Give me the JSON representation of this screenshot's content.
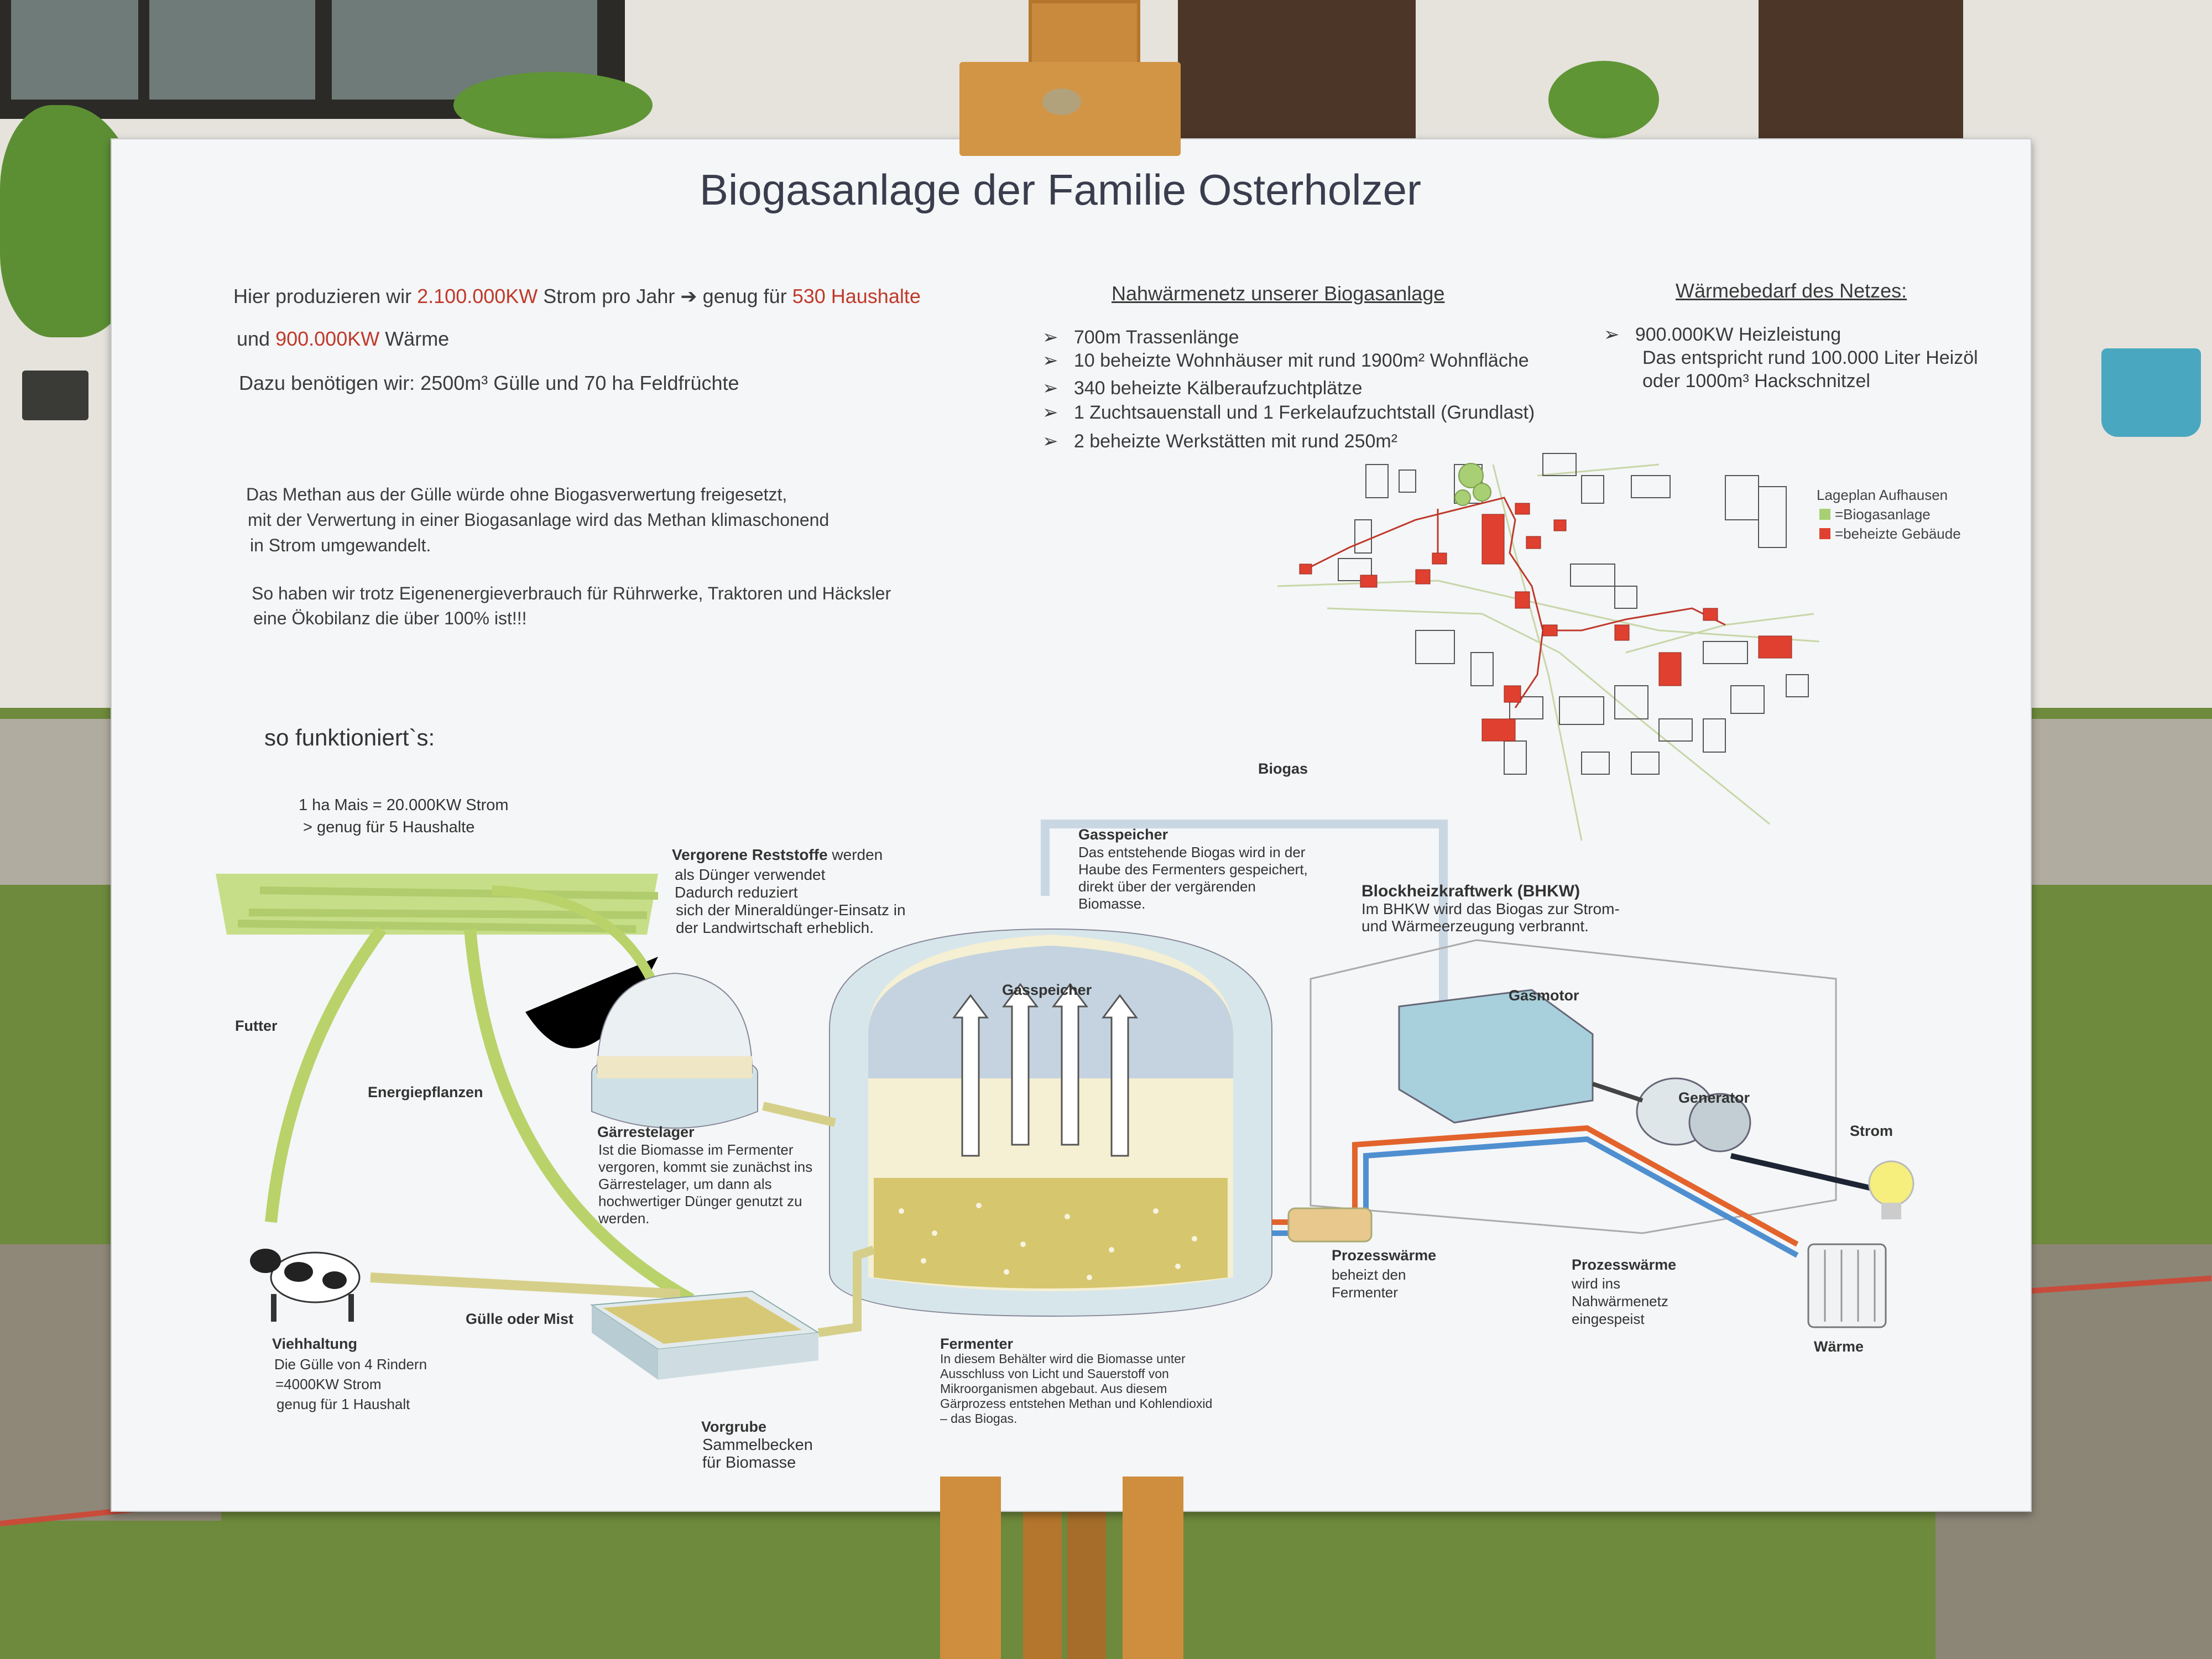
{
  "board": {
    "title": "Biogasanlage der Familie Osterholzer",
    "intro": {
      "line1_a": "Hier produzieren wir ",
      "line1_b": "2.100.000KW",
      "line1_c": " Strom pro Jahr",
      "line1_d": " genug für ",
      "line1_e": "530 Haushalte",
      "line2_a": "und ",
      "line2_b": "900.000KW",
      "line2_c": " Wärme",
      "line3": "Dazu benötigen wir:  2500m³ Gülle und 70 ha Feldfrüchte"
    },
    "methane": {
      "line1": "Das Methan aus der Gülle würde ohne Biogasverwertung freigesetzt,",
      "line2": "mit der Verwertung in einer Biogasanlage wird das Methan klimaschonend",
      "line3": "in Strom umgewandelt.",
      "line4": "So haben wir trotz Eigenenergieverbrauch für Rührwerke, Traktoren und Häcksler",
      "line5": "eine Ökobilanz die über 100% ist!!!"
    },
    "network": {
      "heading": "Nahwärmenetz unserer Biogasanlage",
      "items": [
        "700m Trassenlänge",
        "10 beheizte Wohnhäuser mit rund 1900m² Wohnfläche",
        "340 beheizte Kälberaufzuchtplätze",
        "1 Zuchtsauenstall und 1 Ferkelaufzuchtstall (Grundlast)",
        "2 beheizte Werkstätten mit rund 250m²"
      ]
    },
    "demand": {
      "heading": "Wärmebedarf des Netzes:",
      "line1": "900.000KW Heizleistung",
      "line2": "Das entspricht rund 100.000 Liter Heizöl",
      "line3": "oder 1000m³ Hackschnitzel"
    },
    "map": {
      "title": "Lageplan Aufhausen",
      "legend_green": "=Biogasanlage",
      "legend_red": "=beheizte Gebäude"
    },
    "how": "so funktioniert`s:",
    "mais": {
      "line1": "1 ha Mais = 20.000KW Strom",
      "line2": "> genug für 5 Haushalte"
    },
    "labels": {
      "futter": "Futter",
      "energie": "Energiepflanzen",
      "guelle": "Gülle oder Mist",
      "biogas": "Biogas",
      "gasspeicher_inner": "Gasspeicher",
      "gasmotor": "Gasmotor",
      "generator": "Generator",
      "strom": "Strom",
      "waerme": "Wärme"
    },
    "vieh": {
      "title": "Viehhaltung",
      "line1": "Die Gülle von 4 Rindern",
      "line2": "=4000KW Strom",
      "line3": "genug für 1 Haushalt"
    },
    "vorgrube": {
      "title": "Vorgrube",
      "line1": "Sammelbecken",
      "line2": "für Biomasse"
    },
    "reststoffe": {
      "title": "Vergorene Reststoffe",
      "rest": " werden",
      "line2": "als Dünger verwendet",
      "line3": "Dadurch reduziert",
      "line4": "sich der Mineraldünger-Einsatz in",
      "line5": "der Landwirtschaft erheblich."
    },
    "gaerrest": {
      "title": "Gärrestelager",
      "text": "Ist die Biomasse im Fermenter vergoren, kommt sie zunächst ins Gärrestelager, um dann als hochwertiger Dünger genutzt zu werden."
    },
    "gasspeicher": {
      "title": "Gasspeicher",
      "text": "Das entstehende Biogas wird in der Haube des Fermenters gespeichert, direkt über der vergärenden Biomasse."
    },
    "bhkw": {
      "title": "Blockheizkraftwerk (BHKW)",
      "text": "Im BHKW wird das Biogas zur Strom- und Wärmeerzeugung verbrannt."
    },
    "fermenter": {
      "title": "Fermenter",
      "text": "In diesem Behälter wird die Biomasse unter Ausschluss von Licht und Sauerstoff von Mikroorganismen abgebaut. Aus diesem Gärprozess entstehen Methan und Kohlendioxid – das Biogas."
    },
    "prozess1": {
      "title": "Prozesswärme",
      "line1": "beheizt den",
      "line2": "Fermenter"
    },
    "prozess2": {
      "title": "Prozesswärme",
      "line1": "wird ins",
      "line2": "Nahwärmenetz",
      "line3": "eingespeist"
    }
  },
  "colors": {
    "red": "#c0392b",
    "mais_green": "#b6d36b",
    "slurry": "#d7c877",
    "heat": "#e2642c",
    "cold": "#4f8fd0",
    "pipe": "#c9d7e3"
  }
}
